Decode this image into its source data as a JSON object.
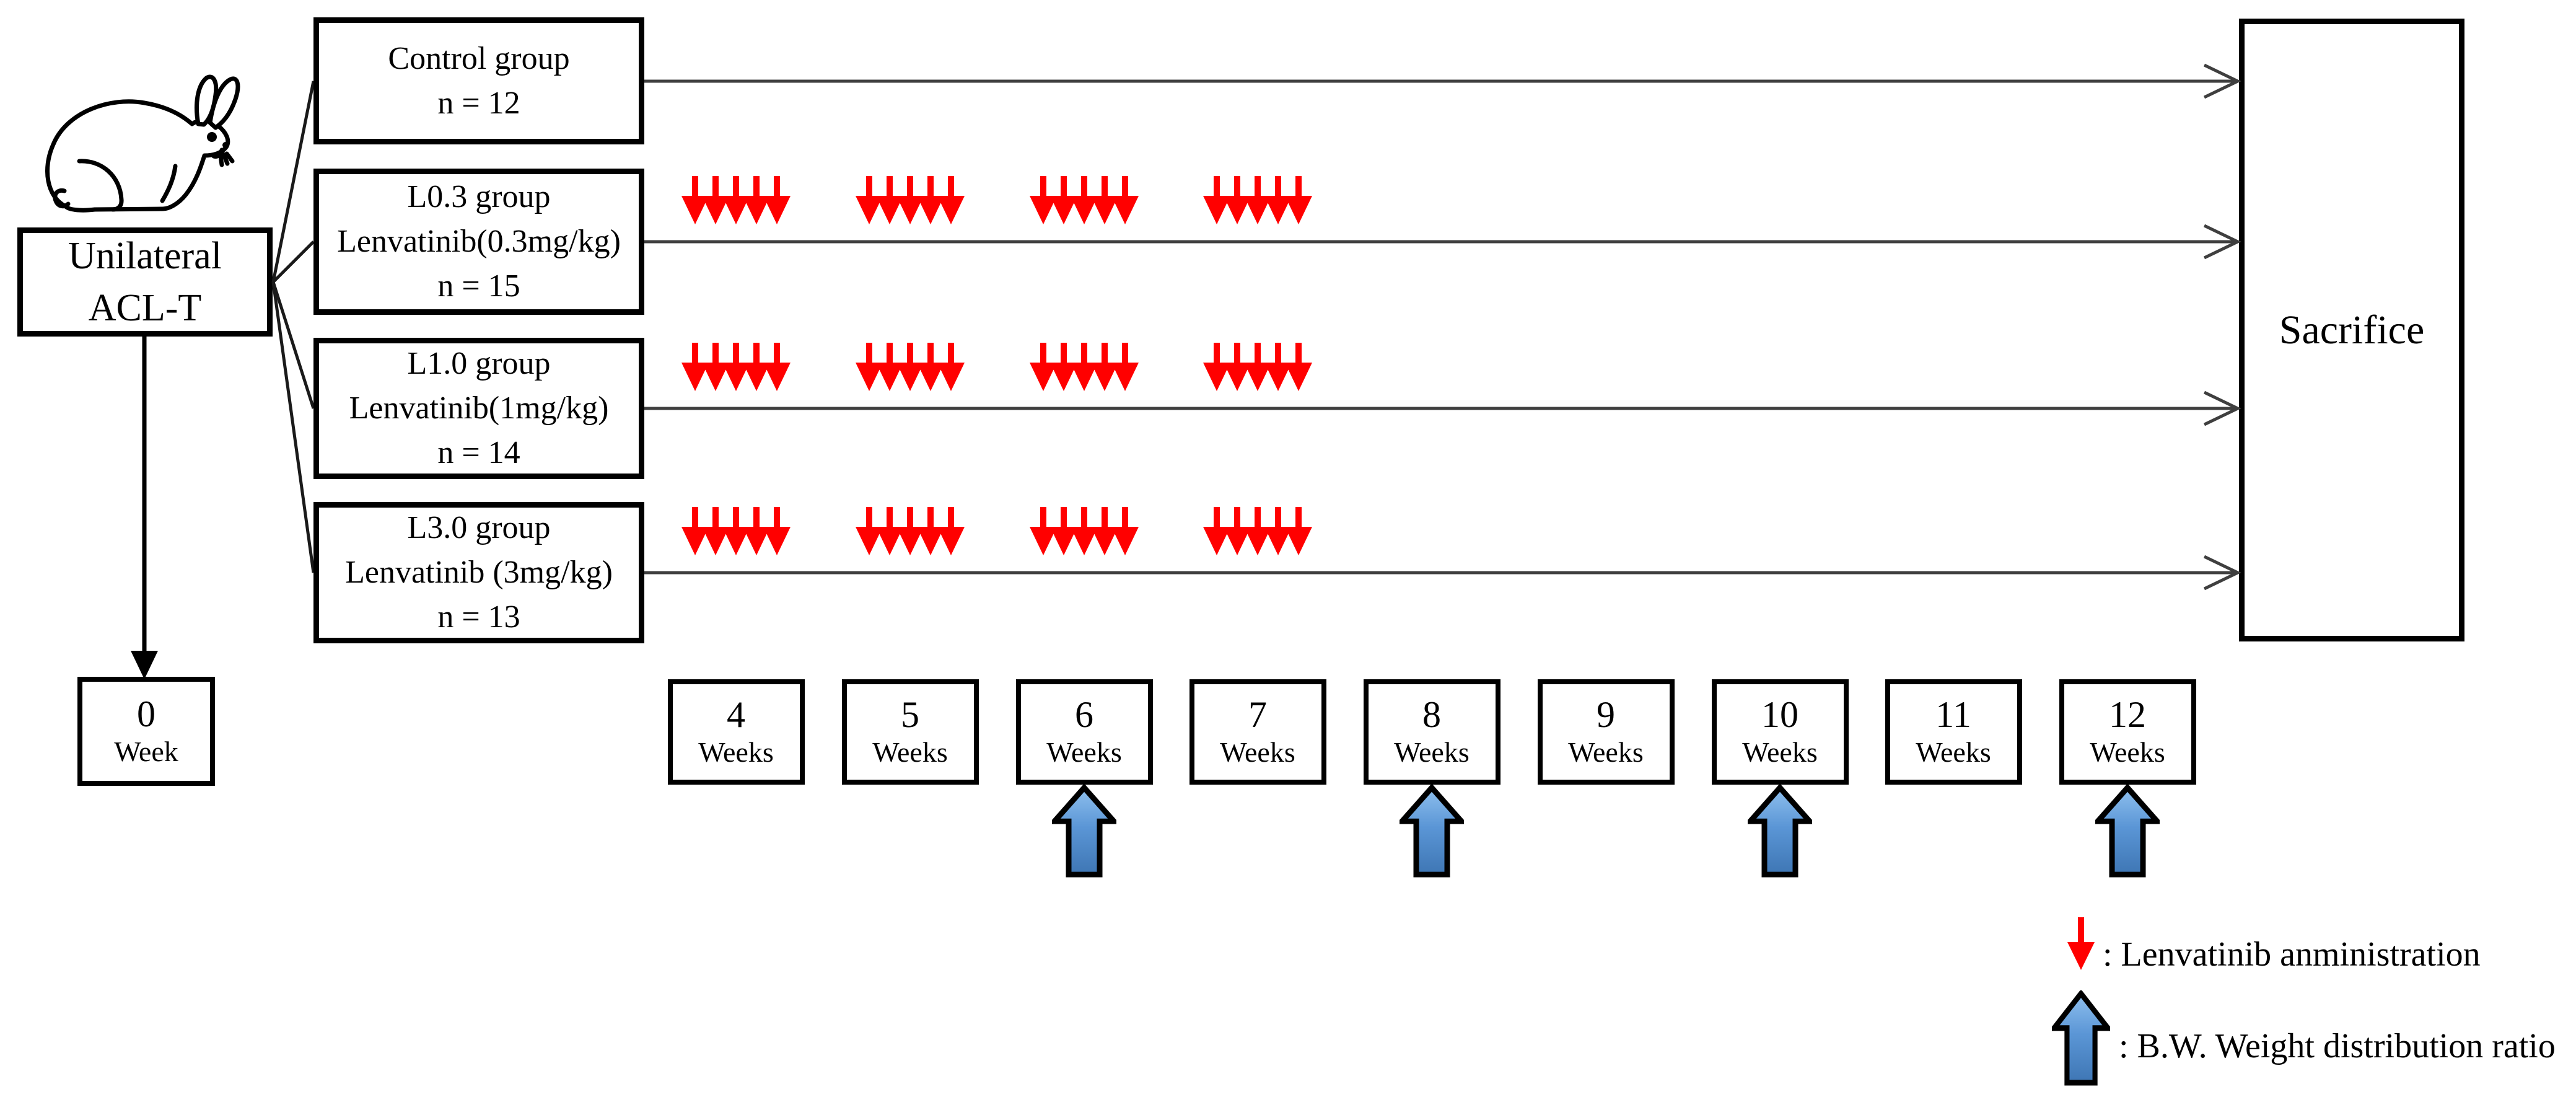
{
  "title_box": {
    "line1": "Unilateral",
    "line2": "ACL-T"
  },
  "groups": [
    {
      "id": "control",
      "lines": [
        "Control group",
        "n = 12"
      ],
      "treated": false
    },
    {
      "id": "l03",
      "lines": [
        "L0.3 group",
        "Lenvatinib(0.3mg/kg)",
        "n = 15"
      ],
      "treated": true
    },
    {
      "id": "l10",
      "lines": [
        "L1.0 group",
        "Lenvatinib(1mg/kg)",
        "n = 14"
      ],
      "treated": true
    },
    {
      "id": "l30",
      "lines": [
        "L3.0 group",
        "Lenvatinib (3mg/kg)",
        "n = 13"
      ],
      "treated": true
    }
  ],
  "sacrifice_label": "Sacrifice",
  "timeline": {
    "start_box": {
      "number": "0",
      "unit": "Week"
    },
    "week_boxes": [
      {
        "number": "4",
        "unit": "Weeks"
      },
      {
        "number": "5",
        "unit": "Weeks"
      },
      {
        "number": "6",
        "unit": "Weeks"
      },
      {
        "number": "7",
        "unit": "Weeks"
      },
      {
        "number": "8",
        "unit": "Weeks"
      },
      {
        "number": "9",
        "unit": "Weeks"
      },
      {
        "number": "10",
        "unit": "Weeks"
      },
      {
        "number": "11",
        "unit": "Weeks"
      },
      {
        "number": "12",
        "unit": "Weeks"
      }
    ],
    "lenvatinib_administration_weeks": [
      4,
      5,
      6,
      7
    ],
    "arrows_per_administration_cluster": 5,
    "bw_measurement_weeks": [
      6,
      8,
      10,
      12
    ]
  },
  "legend": [
    {
      "icon": "red-down-arrow",
      "label": ": Lenvatinib anministration"
    },
    {
      "icon": "blue-up-arrow",
      "label": ": B.W. Weight distribution ratio"
    }
  ],
  "colors": {
    "lenvatinib_arrow": "#FF0000",
    "bw_arrow_fill_light": "#8FC0EE",
    "bw_arrow_fill_mid": "#5B96D6",
    "bw_arrow_fill_dark": "#3E76B4",
    "bw_arrow_outline": "#000000",
    "connector_line": "#3F3F3F",
    "box_border": "#000000",
    "background": "#FFFFFF"
  }
}
